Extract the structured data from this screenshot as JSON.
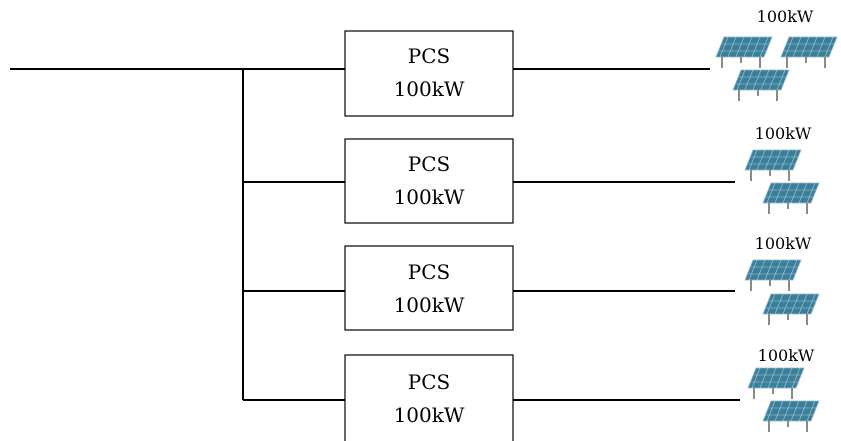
{
  "units": [
    {
      "box_label": "PCS",
      "box_power": "100kW",
      "array_label": "100kW"
    },
    {
      "box_label": "PCS",
      "box_power": "100kW",
      "array_label": "100kW"
    },
    {
      "box_label": "PCS",
      "box_power": "100kW",
      "array_label": "100kW"
    },
    {
      "box_label": "PCS",
      "box_power": "100kW",
      "array_label": "100kW"
    }
  ],
  "colors": {
    "line": "#000000",
    "panel_fill": "#3b7f9a",
    "panel_grid": "#a9cfdc",
    "panel_leg": "#8a8a8a"
  },
  "icons": {
    "solar_panel": "solar-panel-icon"
  }
}
